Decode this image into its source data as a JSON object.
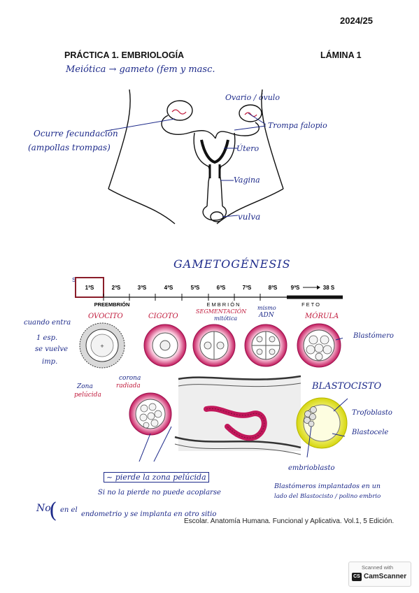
{
  "header": {
    "year": "2024/25",
    "title": "PRÁCTICA 1. EMBRIOLOGÍA",
    "plate": "LÁMINA 1"
  },
  "anatomy_notes": {
    "meiosis_note": "Meiótica → gameto (fem y masc.",
    "fertilization_note_line1": "Ocurre fecundación",
    "fertilization_note_line2": "(ampollas trompas)",
    "ovary": "Ovario / óvulo",
    "tube": "Trompa falopio",
    "uterus": "Útero",
    "vagina": "Vagina",
    "vulva": "vulva"
  },
  "gametogenesis": {
    "title": "GAMETOGÉNESIS",
    "exponent": "S",
    "weeks": [
      "1ªS",
      "2ªS",
      "3ªS",
      "4ªS",
      "5ªS",
      "6ªS",
      "7ªS",
      "8ªS",
      "9ªS",
      "38 S"
    ],
    "periods": [
      "PREEMBRIÓN",
      "EMBRIÓN",
      "FETO"
    ],
    "stages": {
      "ovocito": "OVOCITO",
      "cigoto": "CIGOTO",
      "segmentacion_line1": "SEGMENTACIÓN",
      "segmentacion_line2": "mitótica",
      "adn_line1": "mismo",
      "adn_line2": "ADN",
      "morula": "MÓRULA",
      "blastocisto": "BLASTOCISTO",
      "blastomero": "Blastómero",
      "trofoblasto": "Trofoblasto",
      "blastocele": "Blastocele",
      "embrioblasto": "embrioblasto"
    },
    "notes": {
      "left_line1": "cuando entra",
      "left_line2": "1 esp.",
      "left_line3": "se vuelve",
      "left_line4": "imp.",
      "zona_line1": "Zona",
      "zona_line2": "pelúcida",
      "corona_line1": "corona",
      "corona_line2": "radiada",
      "pierde": "pierde la zona pelúcida",
      "si_no": "Si no la pierde no puede acoplarse",
      "blastomeros_line1": "Blastómeros implantados en un",
      "blastomeros_line2": "lado del Blastocisto / polino embrio",
      "no_prefix": "No",
      "endometrio_line1": "en el",
      "endometrio_line2": "endometrio y se implanta en otro sitio"
    }
  },
  "citation": "Escolar. Anatomía Humana. Funcional y Aplicativa. Vol.1, 5 Edición.",
  "scanner": {
    "scanned_with": "Scanned with",
    "logo": "CS",
    "brand": "CamScanner"
  },
  "colors": {
    "ink_blue": "#1d2a8a",
    "ink_red": "#c0183a",
    "magenta": "#c2185b",
    "yellow": "#e6e619"
  }
}
